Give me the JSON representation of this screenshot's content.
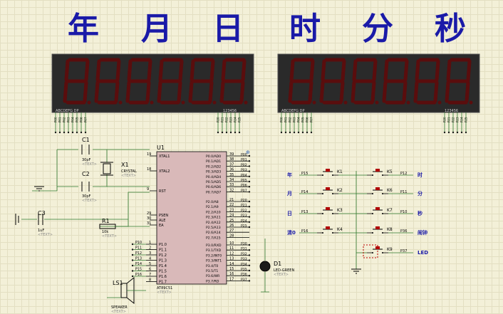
{
  "title_chars": [
    "年",
    "月",
    "日",
    "时",
    "分",
    "秒"
  ],
  "display": {
    "seg_pins": "ABCDEFG DP",
    "digit_pins": "123456",
    "left_seg_labels": [
      "P00",
      "P01",
      "P02",
      "P03",
      "P04",
      "P05",
      "P06",
      "P07"
    ],
    "left_digit_labels": [
      "P20",
      "P21",
      "P22",
      "P23",
      "P24",
      "P25"
    ],
    "right_seg_labels": [
      "P00",
      "P01",
      "P02",
      "P03",
      "P04",
      "P05",
      "P06",
      "P07"
    ],
    "right_digit_labels": [
      "P20",
      "P21",
      "P22",
      "P23",
      "P24",
      "P25"
    ]
  },
  "components": {
    "c1": {
      "ref": "C1",
      "value": "30pF",
      "text": "<TEXT>"
    },
    "c2": {
      "ref": "C2",
      "value": "30pF",
      "text": "<TEXT>"
    },
    "c3": {
      "ref": "C3",
      "value": "1uF",
      "text": "<TEXT>"
    },
    "x1": {
      "ref": "X1",
      "value": "CRYSTAL",
      "text": "<TEXT>"
    },
    "r1": {
      "ref": "R1",
      "value": "10k",
      "text": "<TEXT>"
    },
    "ls1": {
      "ref": "LS1",
      "value": "SPEAKER",
      "text": "<TEXT>"
    },
    "d1": {
      "ref": "D1",
      "value": "LED-GREEN",
      "text": "<TEXT>"
    }
  },
  "mcu": {
    "ref": "U1",
    "part": "AT89C51",
    "text": "<TEXT>",
    "left_pins": [
      {
        "num": "19",
        "name": "XTAL1"
      },
      {
        "num": "18",
        "name": "XTAL2"
      },
      {
        "num": "9",
        "name": "RST"
      },
      {
        "num": "29",
        "name": "PSEN"
      },
      {
        "num": "30",
        "name": "ALE"
      },
      {
        "num": "31",
        "name": "EA"
      }
    ],
    "p1_pins": [
      {
        "num": "1",
        "name": "P1.0"
      },
      {
        "num": "2",
        "name": "P1.1"
      },
      {
        "num": "3",
        "name": "P1.2"
      },
      {
        "num": "4",
        "name": "P1.3"
      },
      {
        "num": "5",
        "name": "P1.4"
      },
      {
        "num": "6",
        "name": "P1.5"
      },
      {
        "num": "7",
        "name": "P1.6"
      },
      {
        "num": "8",
        "name": "P1.7"
      }
    ],
    "p1_nets": [
      "P10",
      "P11",
      "P12",
      "P13",
      "P14",
      "P15",
      "P16"
    ],
    "p0_pins": [
      {
        "num": "39",
        "name": "P0.0/AD0",
        "net": "P00"
      },
      {
        "num": "38",
        "name": "P0.1/AD1",
        "net": "P01"
      },
      {
        "num": "37",
        "name": "P0.2/AD2",
        "net": "P02"
      },
      {
        "num": "36",
        "name": "P0.3/AD3",
        "net": "P03"
      },
      {
        "num": "35",
        "name": "P0.4/AD4",
        "net": "P04"
      },
      {
        "num": "34",
        "name": "P0.5/AD5",
        "net": "P05"
      },
      {
        "num": "33",
        "name": "P0.6/AD6",
        "net": "P06"
      },
      {
        "num": "32",
        "name": "P0.7/AD7",
        "net": "P07"
      }
    ],
    "p2_pins": [
      {
        "num": "21",
        "name": "P2.0/A8",
        "net": "P20"
      },
      {
        "num": "22",
        "name": "P2.1/A9",
        "net": "P21"
      },
      {
        "num": "23",
        "name": "P2.2/A10",
        "net": "P22"
      },
      {
        "num": "24",
        "name": "P2.3/A11",
        "net": "P23"
      },
      {
        "num": "25",
        "name": "P2.4/A12",
        "net": "P24"
      },
      {
        "num": "26",
        "name": "P2.5/A13",
        "net": "P25"
      },
      {
        "num": "27",
        "name": "P2.6/A14",
        "net": ""
      },
      {
        "num": "28",
        "name": "P2.7/A15",
        "net": ""
      }
    ],
    "p3_pins": [
      {
        "num": "10",
        "name": "P3.0/RXD",
        "net": "P30"
      },
      {
        "num": "11",
        "name": "P3.1/TXD",
        "net": "P31"
      },
      {
        "num": "12",
        "name": "P3.2/INT0",
        "net": "P32"
      },
      {
        "num": "13",
        "name": "P3.3/INT1",
        "net": "P33"
      },
      {
        "num": "14",
        "name": "P3.4/T0",
        "net": "P34"
      },
      {
        "num": "15",
        "name": "P3.5/T1",
        "net": "P35"
      },
      {
        "num": "16",
        "name": "P3.6/WR",
        "net": "P36"
      },
      {
        "num": "17",
        "name": "P3.7/RD",
        "net": "P37"
      }
    ]
  },
  "keys": {
    "left_labels": [
      "年",
      "月",
      "日",
      "清0"
    ],
    "left_nets": [
      "P15",
      "P14",
      "P13",
      "P16"
    ],
    "left_keys": [
      "K1",
      "K2",
      "K3",
      "K4"
    ],
    "right_keys": [
      "K5",
      "K6",
      "K7",
      "K8",
      "K9"
    ],
    "right_nets": [
      "P12",
      "P11",
      "P10",
      "P36",
      "P37"
    ],
    "right_labels": [
      "时",
      "分",
      "秒",
      "闹钟",
      "LED"
    ]
  }
}
